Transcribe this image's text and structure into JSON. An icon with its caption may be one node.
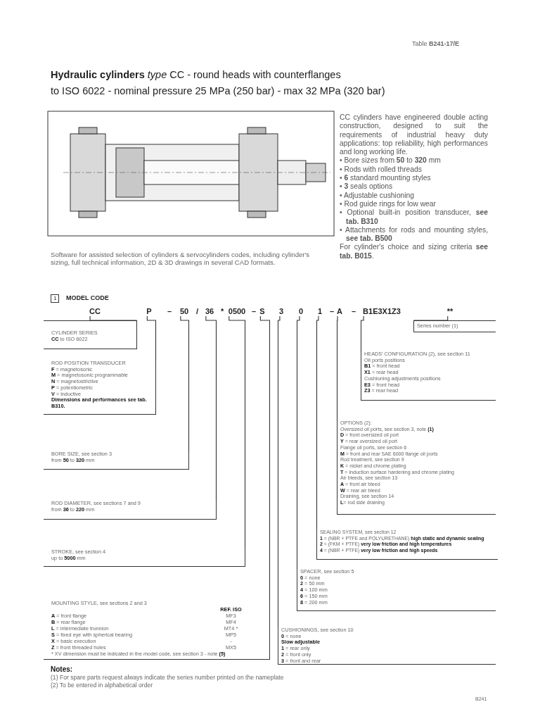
{
  "diagram": {
    "title": "**Hydraulic cylinders** *type* CC - round heads with counterflanges",
    "nodes": [
      {
        "text": [
          "CC"
        ]
      },
      {
        "text": [
          "P"
        ]
      },
      {
        "text": [
          "50"
        ]
      },
      {
        "text": [
          "36"
        ]
      },
      {
        "text": [
          "0500"
        ]
      },
      {
        "text": [
          "S"
        ]
      },
      {
        "text": [
          "3"
        ]
      },
      {
        "text": [
          "0"
        ]
      },
      {
        "text": [
          "1"
        ]
      },
      {
        "text": [
          "A"
        ]
      },
      {
        "text": [
          "B1E3X1Z3"
        ]
      },
      {
        "text": [
          "**"
        ]
      },
      {
        "text": [
          "CYLINDER SERIES",
          "**CC** to ISO 6022"
        ]
      },
      {
        "text": [
          "ROD POSITION TRANSDUCER",
          "**F** = magnetosonic",
          "**M** = magnetosonic programmable",
          "**N** = magnetostrictive",
          "**P** = potentiometric",
          "**V** = inductive",
          "**Dimensions and performances see tab. B310.**"
        ]
      },
      {
        "text": [
          "BORE SIZE, see section 3",
          "from **50** to **320** mm"
        ]
      },
      {
        "text": [
          "ROD DIAMETER, see sections 7 and 9",
          "from **36** to **220** mm"
        ]
      },
      {
        "text": [
          "STROKE, see section 4",
          "up to **5000** mm"
        ]
      },
      {
        "text": [
          "MOUNTING STYLE, see sections 2 and 3",
          "**REF. ISO**",
          "**A** = front flange",
          "MF3",
          "**B** = rear flange",
          "MF4",
          "**L** = intermediate trunnion",
          "MT4 *",
          "**S** = fixed eye with spherical bearing",
          "MP5",
          "**X** = basic execution",
          "-",
          "**Z** = front threaded holes",
          "MX5",
          "* XV dimension must be indicated in the model code, see section 3 - note **(5)**"
        ]
      },
      {
        "text": [
          "CUSHIONINGS, see section 10",
          "**0** = none",
          "**Slow adjustable**",
          "**1** = rear only",
          "**2** = front only",
          "**3** = front and rear"
        ]
      },
      {
        "text": [
          "SPACER, see section 5",
          "**0** = none",
          "**2** = 50 mm",
          "**4** = 100 mm",
          "**6** = 150 mm",
          "**8** = 200 mm"
        ]
      },
      {
        "text": [
          "SEALING SYSTEM, see section 12",
          "**1** = (NBR + PTFE and POLYURETHANE) **high static and dynamic sealing**",
          "**2** = (FKM + PTFE) **very low friction and high temperatures**",
          "**4** = (NBR + PTFE) **very low friction and high speeds**"
        ]
      },
      {
        "text": [
          "OPTIONS (2):",
          "Oversized oil ports, see section 3, note **(1)**",
          "**D** = front oversized oil port",
          "**Y** = rear oversized oil port",
          "Flange oil ports, see section 6",
          "**M** = front and rear SAE 6000 flange oil ports",
          "Rod treatment, see section 9",
          "**K** = nickel and chrome plating",
          "**T** = induction surface hardening and chrome plating",
          "Air bleeds, see section 13",
          "**A** = front air bleed",
          "**W** = rear air bleed",
          "Draining, see section 14",
          "**L**= rod side draining"
        ]
      },
      {
        "text": [
          "HEADS' CONFIGURATION (2), see section 11",
          "Oil ports positions",
          "**B1** = front head",
          "**X1** = rear head",
          "Cushioning adjustments positions",
          "**E3** = front head",
          "**Z3** = rear head"
        ]
      },
      {
        "text": [
          "Series number (1)"
        ]
      }
    ],
    "edges": [
      {
        "from": 0,
        "to": 12,
        "arrow": "none"
      },
      {
        "from": 1,
        "to": 13,
        "arrow": "none"
      },
      {
        "from": 2,
        "to": 14,
        "arrow": "none"
      },
      {
        "from": 3,
        "to": 15,
        "arrow": "none"
      },
      {
        "from": 4,
        "to": 16,
        "arrow": "none"
      },
      {
        "from": 5,
        "to": 17,
        "arrow": "none"
      },
      {
        "from": 6,
        "to": 18,
        "arrow": "none"
      },
      {
        "from": 7,
        "to": 19,
        "arrow": "none"
      },
      {
        "from": 8,
        "to": 20,
        "arrow": "none"
      },
      {
        "from": 9,
        "to": 21,
        "arrow": "none"
      },
      {
        "from": 10,
        "to": 22,
        "arrow": "none"
      },
      {
        "from": 11,
        "to": 23,
        "arrow": "none"
      }
    ],
    "labels": [
      "Table **B241-17/E**",
      "to ISO 6022 - nominal pressure 25 MPa (250 bar) - max 32 MPa (320 bar)",
      "CC cylinders have engineered double acting construction, designed to suit the requirements of industrial heavy duty applications: top reliability, high performances and long working life.",
      "• Bore sizes from **50** to **320** mm",
      "• Rods with rolled threads",
      "• **6** standard mounting styles",
      "• **3** seals options",
      "• Adjustable cushioning",
      "• Rod guide rings for low wear",
      "• Optional built-in position transducer, **see tab. B310**",
      "• Attachments for rods and mounting styles, **see tab. B500**",
      "For cylinder's choice and sizing criteria **see tab. B015**.",
      "Software for assisted selection of cylinders & servocylinders codes, including cylinder's sizing, full technical information, 2D & 3D drawings in several CAD formats.",
      "1",
      "MODEL CODE",
      "–",
      "/",
      "*",
      "–",
      "–",
      "–",
      "Notes:",
      "(1) For spare parts request always indicate the series number printed on the nameplate",
      "(2) To be entered in alphabetical order",
      "B241"
    ]
  }
}
